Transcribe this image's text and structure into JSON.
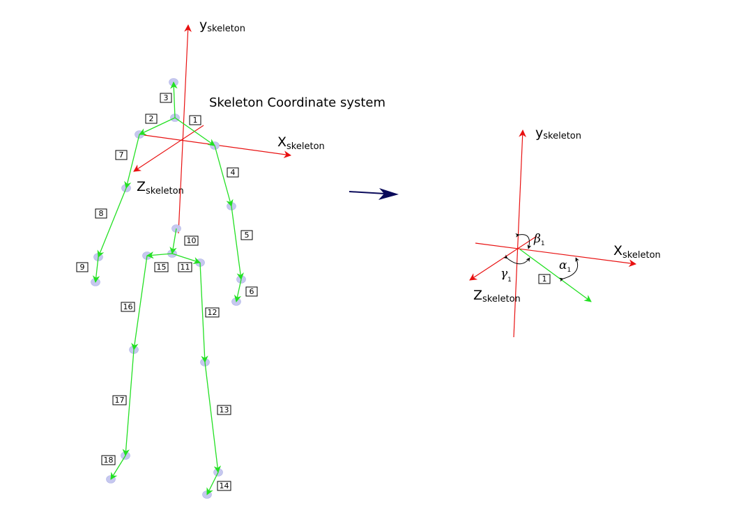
{
  "title": "Skeleton Coordinate system",
  "axes": {
    "y_main": "y",
    "x_main": "X",
    "z_main": "Z",
    "subscript": "skeleton"
  },
  "bone_labels": [
    "1",
    "2",
    "3",
    "4",
    "5",
    "6",
    "7",
    "8",
    "9",
    "10",
    "11",
    "12",
    "13",
    "14",
    "15",
    "16",
    "17",
    "18"
  ],
  "right_panel": {
    "bone_label": "1",
    "alpha": "α",
    "beta": "β",
    "gamma": "γ",
    "angle_subscript": "1"
  },
  "colors": {
    "bone": "#22e022",
    "axis": "#e81010",
    "joint": "#c6c8ef",
    "transform_arrow": "#0a0a5a"
  },
  "icons": {
    "transform_arrow": "right-arrow-icon"
  }
}
